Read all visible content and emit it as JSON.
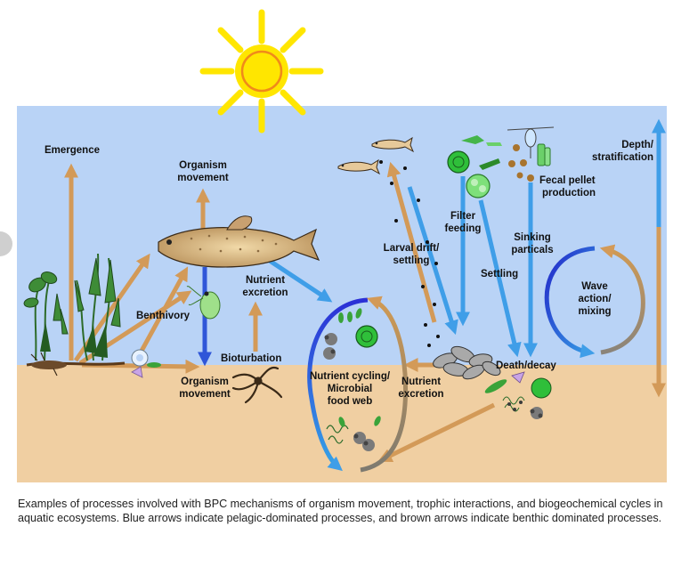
{
  "labels": {
    "emergence": "Emergence",
    "organism_movement": [
      "Organism",
      "movement"
    ],
    "organism_movement_lower": [
      "Organism",
      "movement"
    ],
    "benthivory": "Benthivory",
    "bioturbation": "Bioturbation",
    "nutrient_excretion_upper": [
      "Nutrient",
      "excretion"
    ],
    "nutrient_cycling": [
      "Nutrient cycling/",
      "Microbial",
      "food web"
    ],
    "nutrient_excretion_lower": [
      "Nutrient",
      "excretion"
    ],
    "larval_drift": [
      "Larval drift/",
      "settling"
    ],
    "filter_feeding": [
      "Filter",
      "feeding"
    ],
    "sinking_particals": [
      "Sinking",
      "particals"
    ],
    "settling": "Settling",
    "death_decay": "Death/decay",
    "fecal_pellet": [
      "Fecal pellet",
      "production"
    ],
    "depth_stratification": [
      "Depth/",
      "stratification"
    ],
    "wave_action": [
      "Wave",
      "action/",
      "mixing"
    ]
  },
  "caption": "Examples of processes involved with BPC mechanisms of organism movement, trophic interactions, and biogeochemical cycles in aquatic ecosystems. Blue arrows indicate pelagic-dominated processes, and brown arrows indicate benthic dominated processes.",
  "colors": {
    "water": "#b9d3f6",
    "sediment": "#f0cfa2",
    "pelagic_arrow": "#3f9ee8",
    "benthic_arrow": "#d39a58",
    "sun": "#ffe600"
  }
}
